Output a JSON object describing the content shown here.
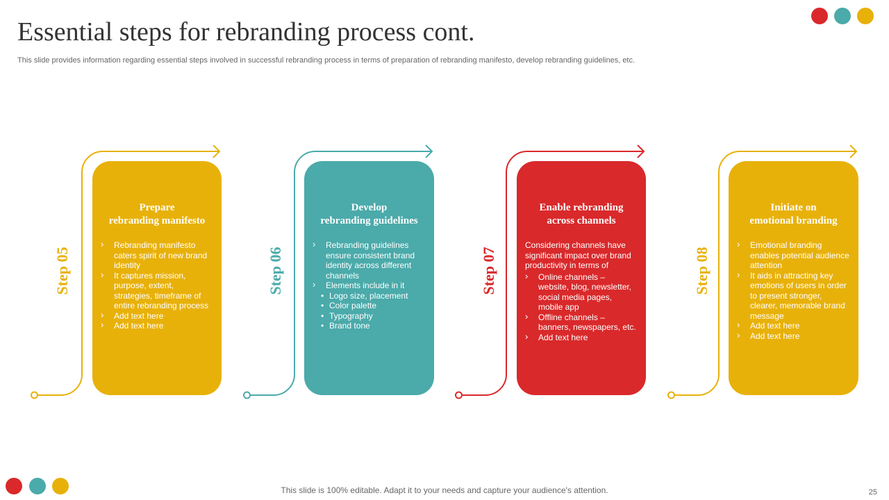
{
  "title": "Essential steps for rebranding process cont.",
  "subtitle": "This slide provides information regarding essential steps involved in successful rebranding process in terms of preparation of rebranding manifesto, develop rebranding guidelines, etc.",
  "colors": {
    "yellow": "#E8B10A",
    "teal": "#4BAAAA",
    "red": "#D9292B",
    "heading": "#333333",
    "muted": "#666666"
  },
  "steps": [
    {
      "label": "Step 05",
      "title_line1": "Prepare",
      "title_line2": "rebranding manifesto",
      "items": [
        "Rebranding manifesto caters spirit of new brand identity",
        "It captures mission, purpose, extent, strategies, timeframe of entire rebranding process",
        "Add text here",
        "Add text here"
      ]
    },
    {
      "label": "Step 06",
      "title_line1": "Develop",
      "title_line2": "rebranding guidelines",
      "items": [
        "Rebranding guidelines ensure consistent brand identity across different channels",
        "Elements include in it"
      ],
      "sub_items": [
        "Logo size, placement",
        "Color palette",
        "Typography",
        "Brand tone"
      ]
    },
    {
      "label": "Step 07",
      "title_line1": "Enable rebranding",
      "title_line2": "across channels",
      "intro": "Considering channels have significant impact over brand productivity in terms of",
      "items": [
        "Online channels – website, blog, newsletter, social media pages, mobile app",
        "Offline channels – banners, newspapers, etc.",
        "Add text here"
      ]
    },
    {
      "label": "Step 08",
      "title_line1": "Initiate on",
      "title_line2": "emotional branding",
      "items": [
        "Emotional branding enables potential audience attention",
        "It aids in attracting key emotions of users in order to present stronger, clearer, memorable brand message",
        "Add text here",
        "Add text here"
      ]
    }
  ],
  "footer": "This slide is 100% editable. Adapt it to your needs and capture your audience's attention.",
  "page_number": "25"
}
